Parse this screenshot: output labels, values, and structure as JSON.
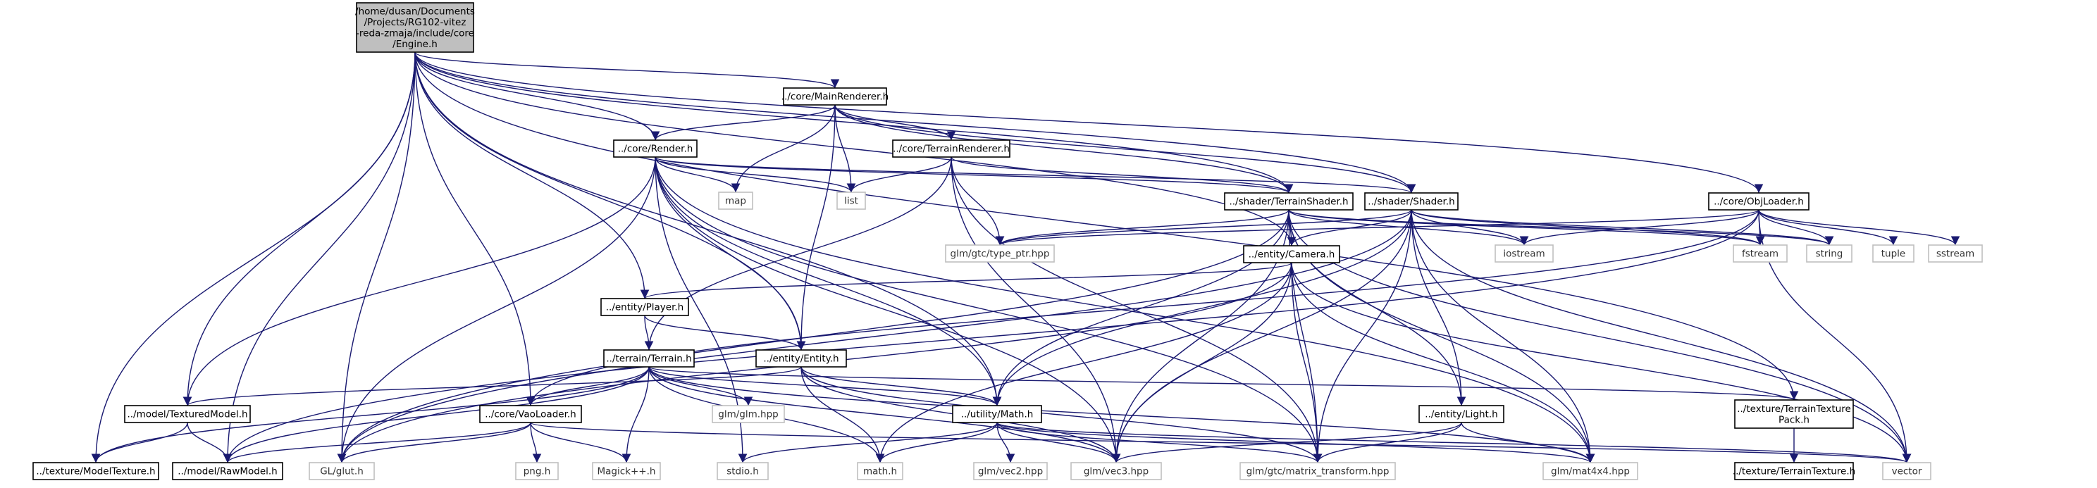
{
  "colors": {
    "edge": "#191970",
    "root_fill": "#bfbfbf",
    "sys_border": "#bfbfbf",
    "node_border": "#000000"
  },
  "nodes": [
    {
      "id": "engine",
      "kind": "root",
      "lines": [
        "/home/dusan/Documents",
        "/Projects/RG102-vitez",
        "-reda-zmaja/include/core",
        "/Engine.h"
      ]
    },
    {
      "id": "mainrenderer",
      "kind": "strong",
      "lines": [
        "../core/MainRenderer.h"
      ]
    },
    {
      "id": "render",
      "kind": "strong",
      "lines": [
        "../core/Render.h"
      ]
    },
    {
      "id": "terrainrenderer",
      "kind": "strong",
      "lines": [
        "../core/TerrainRenderer.h"
      ]
    },
    {
      "id": "terrainshader",
      "kind": "strong",
      "lines": [
        "../shader/TerrainShader.h"
      ]
    },
    {
      "id": "shader",
      "kind": "strong",
      "lines": [
        "../shader/Shader.h"
      ]
    },
    {
      "id": "objloader",
      "kind": "strong",
      "lines": [
        "../core/ObjLoader.h"
      ]
    },
    {
      "id": "camera",
      "kind": "strong",
      "lines": [
        "../entity/Camera.h"
      ]
    },
    {
      "id": "player",
      "kind": "strong",
      "lines": [
        "../entity/Player.h"
      ]
    },
    {
      "id": "terrain",
      "kind": "strong",
      "lines": [
        "../terrain/Terrain.h"
      ]
    },
    {
      "id": "entity",
      "kind": "strong",
      "lines": [
        "../entity/Entity.h"
      ]
    },
    {
      "id": "texturedmodel",
      "kind": "strong",
      "lines": [
        "../model/TexturedModel.h"
      ]
    },
    {
      "id": "vaoloader",
      "kind": "strong",
      "lines": [
        "../core/VaoLoader.h"
      ]
    },
    {
      "id": "math",
      "kind": "strong",
      "lines": [
        "../utility/Math.h"
      ]
    },
    {
      "id": "light",
      "kind": "strong",
      "lines": [
        "../entity/Light.h"
      ]
    },
    {
      "id": "terraintexturepack",
      "kind": "strong",
      "lines": [
        "../texture/TerrainTexture",
        "Pack.h"
      ]
    },
    {
      "id": "modeltexture",
      "kind": "strong",
      "lines": [
        "../texture/ModelTexture.h"
      ]
    },
    {
      "id": "rawmodel",
      "kind": "strong",
      "lines": [
        "../model/RawModel.h"
      ]
    },
    {
      "id": "terraintexture",
      "kind": "strong",
      "lines": [
        "../texture/TerrainTexture.h"
      ]
    },
    {
      "id": "map",
      "kind": "sys",
      "lines": [
        "map"
      ]
    },
    {
      "id": "list",
      "kind": "sys",
      "lines": [
        "list"
      ]
    },
    {
      "id": "typeptr",
      "kind": "sys",
      "lines": [
        "glm/gtc/type_ptr.hpp"
      ]
    },
    {
      "id": "iostream",
      "kind": "sys",
      "lines": [
        "iostream"
      ]
    },
    {
      "id": "fstream",
      "kind": "sys",
      "lines": [
        "fstream"
      ]
    },
    {
      "id": "string",
      "kind": "sys",
      "lines": [
        "string"
      ]
    },
    {
      "id": "tuple",
      "kind": "sys",
      "lines": [
        "tuple"
      ]
    },
    {
      "id": "sstream",
      "kind": "sys",
      "lines": [
        "sstream"
      ]
    },
    {
      "id": "glmhpp",
      "kind": "sys",
      "lines": [
        "glm/glm.hpp"
      ]
    },
    {
      "id": "pngh",
      "kind": "sys",
      "lines": [
        "png.h"
      ]
    },
    {
      "id": "magick",
      "kind": "sys",
      "lines": [
        "Magick++.h"
      ]
    },
    {
      "id": "glut",
      "kind": "sys",
      "lines": [
        "GL/glut.h"
      ]
    },
    {
      "id": "stdio",
      "kind": "sys",
      "lines": [
        "stdio.h"
      ]
    },
    {
      "id": "mathh",
      "kind": "sys",
      "lines": [
        "math.h"
      ]
    },
    {
      "id": "vec2",
      "kind": "sys",
      "lines": [
        "glm/vec2.hpp"
      ]
    },
    {
      "id": "vec3",
      "kind": "sys",
      "lines": [
        "glm/vec3.hpp"
      ]
    },
    {
      "id": "mattransform",
      "kind": "sys",
      "lines": [
        "glm/gtc/matrix_transform.hpp"
      ]
    },
    {
      "id": "mat4x4",
      "kind": "sys",
      "lines": [
        "glm/mat4x4.hpp"
      ]
    },
    {
      "id": "vector",
      "kind": "sys",
      "lines": [
        "vector"
      ]
    }
  ],
  "edges": [
    [
      "engine",
      "mainrenderer"
    ],
    [
      "engine",
      "render"
    ],
    [
      "engine",
      "shader"
    ],
    [
      "engine",
      "terrainshader"
    ],
    [
      "engine",
      "objloader"
    ],
    [
      "engine",
      "camera"
    ],
    [
      "engine",
      "player"
    ],
    [
      "engine",
      "entity"
    ],
    [
      "engine",
      "texturedmodel"
    ],
    [
      "engine",
      "vaoloader"
    ],
    [
      "engine",
      "math"
    ],
    [
      "engine",
      "terraintexturepack"
    ],
    [
      "engine",
      "modeltexture"
    ],
    [
      "engine",
      "rawmodel"
    ],
    [
      "engine",
      "glut"
    ],
    [
      "mainrenderer",
      "render"
    ],
    [
      "mainrenderer",
      "terrainrenderer"
    ],
    [
      "mainrenderer",
      "map"
    ],
    [
      "mainrenderer",
      "list"
    ],
    [
      "mainrenderer",
      "entity"
    ],
    [
      "mainrenderer",
      "shader"
    ],
    [
      "mainrenderer",
      "terrainshader"
    ],
    [
      "render",
      "map"
    ],
    [
      "render",
      "list"
    ],
    [
      "render",
      "shader"
    ],
    [
      "render",
      "terrainshader"
    ],
    [
      "render",
      "entity"
    ],
    [
      "render",
      "texturedmodel"
    ],
    [
      "render",
      "glut"
    ],
    [
      "render",
      "math"
    ],
    [
      "render",
      "vec3"
    ],
    [
      "render",
      "stdio"
    ],
    [
      "render",
      "mattransform"
    ],
    [
      "render",
      "mat4x4"
    ],
    [
      "terrainrenderer",
      "list"
    ],
    [
      "terrainrenderer",
      "terrainshader"
    ],
    [
      "terrainrenderer",
      "typeptr"
    ],
    [
      "terrainrenderer",
      "terrain"
    ],
    [
      "terrainrenderer",
      "vec3"
    ],
    [
      "terrainrenderer",
      "mattransform"
    ],
    [
      "terrainshader",
      "camera"
    ],
    [
      "terrainshader",
      "light"
    ],
    [
      "terrainshader",
      "math"
    ],
    [
      "terrainshader",
      "iostream"
    ],
    [
      "terrainshader",
      "fstream"
    ],
    [
      "terrainshader",
      "string"
    ],
    [
      "terrainshader",
      "typeptr"
    ],
    [
      "terrainshader",
      "vec3"
    ],
    [
      "terrainshader",
      "mattransform"
    ],
    [
      "terrainshader",
      "mat4x4"
    ],
    [
      "terrainshader",
      "vector"
    ],
    [
      "terrainshader",
      "glut"
    ],
    [
      "shader",
      "camera"
    ],
    [
      "shader",
      "light"
    ],
    [
      "shader",
      "iostream"
    ],
    [
      "shader",
      "fstream"
    ],
    [
      "shader",
      "string"
    ],
    [
      "shader",
      "typeptr"
    ],
    [
      "shader",
      "vec3"
    ],
    [
      "shader",
      "mat4x4"
    ],
    [
      "shader",
      "mattransform"
    ],
    [
      "shader",
      "vector"
    ],
    [
      "shader",
      "glut"
    ],
    [
      "shader",
      "math"
    ],
    [
      "objloader",
      "iostream"
    ],
    [
      "objloader",
      "fstream"
    ],
    [
      "objloader",
      "string"
    ],
    [
      "objloader",
      "tuple"
    ],
    [
      "objloader",
      "sstream"
    ],
    [
      "objloader",
      "vector"
    ],
    [
      "objloader",
      "rawmodel"
    ],
    [
      "objloader",
      "vaoloader"
    ],
    [
      "objloader",
      "typeptr"
    ],
    [
      "camera",
      "player"
    ],
    [
      "camera",
      "vec3"
    ],
    [
      "camera",
      "mat4x4"
    ],
    [
      "camera",
      "mattransform"
    ],
    [
      "camera",
      "vector"
    ],
    [
      "camera",
      "glut"
    ],
    [
      "camera",
      "mathh"
    ],
    [
      "player",
      "terrain"
    ],
    [
      "player",
      "entity"
    ],
    [
      "entity",
      "math"
    ],
    [
      "entity",
      "texturedmodel"
    ],
    [
      "entity",
      "vec3"
    ],
    [
      "entity",
      "mathh"
    ],
    [
      "entity",
      "mattransform"
    ],
    [
      "terrain",
      "vaoloader"
    ],
    [
      "terrain",
      "glmhpp"
    ],
    [
      "terrain",
      "magick"
    ],
    [
      "terrain",
      "mathh"
    ],
    [
      "terrain",
      "math"
    ],
    [
      "terrain",
      "terraintexturepack"
    ],
    [
      "terrain",
      "modeltexture"
    ],
    [
      "terrain",
      "rawmodel"
    ],
    [
      "terrain",
      "vec3"
    ],
    [
      "terrain",
      "mat4x4"
    ],
    [
      "texturedmodel",
      "modeltexture"
    ],
    [
      "texturedmodel",
      "rawmodel"
    ],
    [
      "vaoloader",
      "rawmodel"
    ],
    [
      "vaoloader",
      "pngh"
    ],
    [
      "vaoloader",
      "magick"
    ],
    [
      "vaoloader",
      "glut"
    ],
    [
      "vaoloader",
      "vector"
    ],
    [
      "math",
      "vec2"
    ],
    [
      "math",
      "vec3"
    ],
    [
      "math",
      "mat4x4"
    ],
    [
      "math",
      "mattransform"
    ],
    [
      "math",
      "mathh"
    ],
    [
      "math",
      "stdio"
    ],
    [
      "math",
      "vector"
    ],
    [
      "light",
      "vec3"
    ],
    [
      "light",
      "mattransform"
    ],
    [
      "light",
      "mat4x4"
    ],
    [
      "terraintexturepack",
      "terraintexture"
    ]
  ]
}
